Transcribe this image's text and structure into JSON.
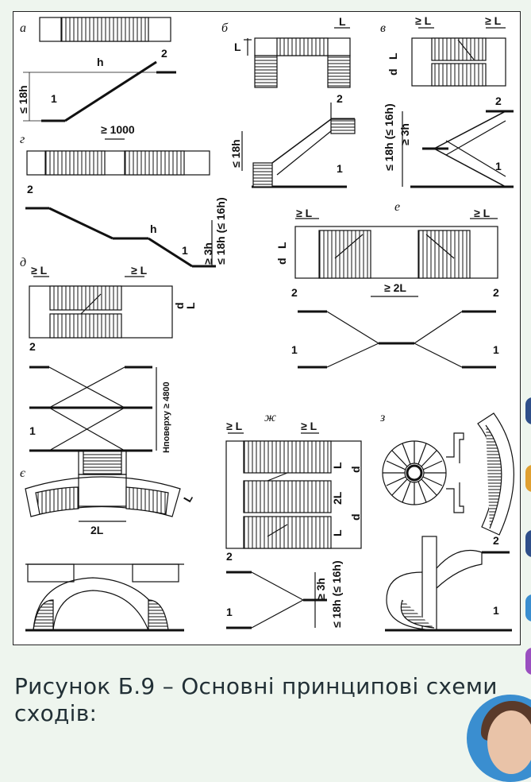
{
  "panels": {
    "a": "а",
    "b": "б",
    "v": "в",
    "g": "г",
    "d": "д",
    "e": "е",
    "ye": "є",
    "zh": "ж",
    "z": "з"
  },
  "labels": {
    "one": "1",
    "two": "2",
    "h": "h",
    "L": "L",
    "d": "d",
    "geL": "≥ L",
    "ge2L": "≥ 2L",
    "twoL": "2L",
    "ge1000": "≥ 1000",
    "le18h": "≤ 18h",
    "le18h16": "≤ 18h (≤ 16h)",
    "ge3h": "≥ 3h",
    "hfloor": "Hповерху ≥ 4800"
  },
  "caption": {
    "line1": "Рисунок Б.9 – Основні принципові схеми",
    "line2": "сходів:"
  },
  "side_dots": [
    "#2f4f8a",
    "#e0a030",
    "#2f4f8a",
    "#3a8ed0",
    "#9a4fc0"
  ]
}
